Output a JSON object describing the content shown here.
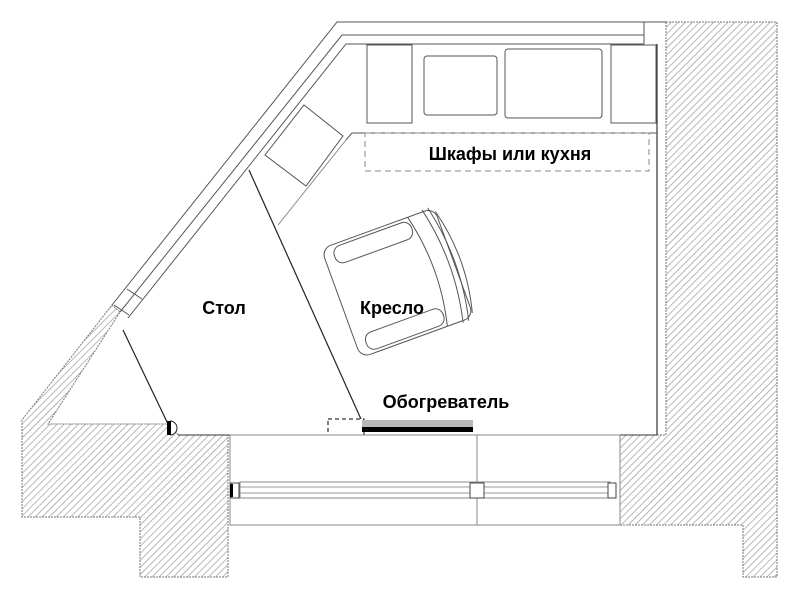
{
  "diagram": {
    "type": "floor-plan",
    "labels": {
      "cabinets": "Шкафы или кухня",
      "table": "Стол",
      "armchair": "Кресло",
      "heater": "Обогреватель"
    },
    "colors": {
      "background": "#ffffff",
      "wall_hatch": "#9a9a9a",
      "lines": "#555555",
      "heater_fill": "#b8b8b8",
      "text": "#000000"
    }
  }
}
